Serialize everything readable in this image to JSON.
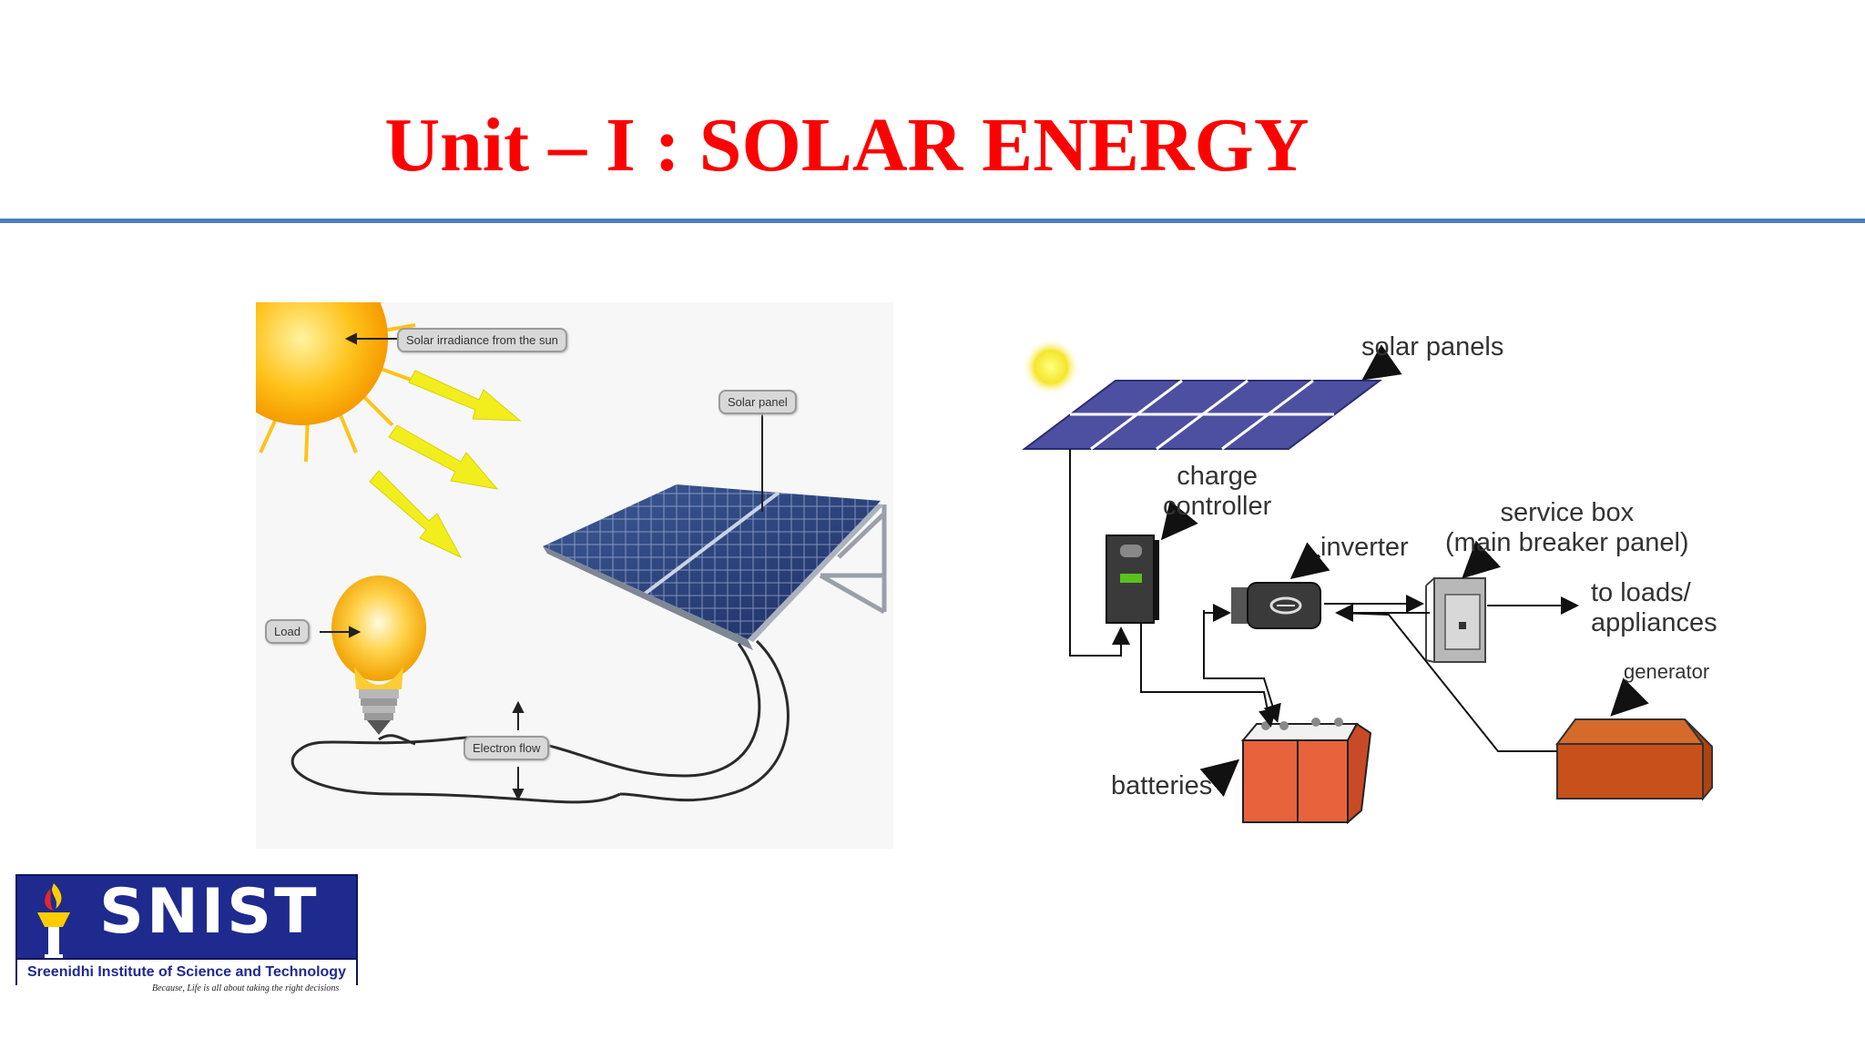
{
  "slide": {
    "title": "Unit – I : SOLAR ENERGY"
  },
  "left_diagram": {
    "callouts": {
      "irradiance": "Solar irradiance from the sun",
      "panel": "Solar panel",
      "load": "Load",
      "electron_flow": "Electron flow"
    }
  },
  "right_diagram": {
    "labels": {
      "solar_panels": "solar panels",
      "charge_controller": "charge\ncontroller",
      "inverter": "inverter",
      "service_box": "service box\n(main breaker panel)",
      "loads": "to loads/\nappliances",
      "generator": "generator",
      "batteries": "batteries"
    }
  },
  "logo": {
    "name": "SNIST",
    "full_name": "Sreenidhi Institute of Science and Technology",
    "tagline": "Because, Life is all about taking the right decisions"
  },
  "colors": {
    "title": "#ff0000",
    "rule": "#4a7ebb",
    "logo_blue": "#1f2a8e",
    "battery": "#e8623c",
    "generator": "#c8501a"
  }
}
